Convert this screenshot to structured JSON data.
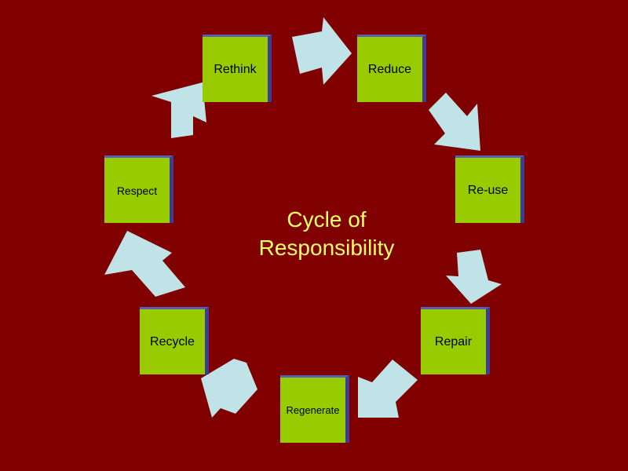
{
  "diagram": {
    "title_line1": "Cycle of",
    "title_line2": "Responsibility",
    "stages": [
      "Rethink",
      "Reduce",
      "Re-use",
      "Repair",
      "Regenerate",
      "Recycle",
      "Respect"
    ]
  },
  "colors": {
    "background": "#800000",
    "box": "#99cc00",
    "arrow": "#bfe3e6",
    "title": "#ffff66"
  }
}
